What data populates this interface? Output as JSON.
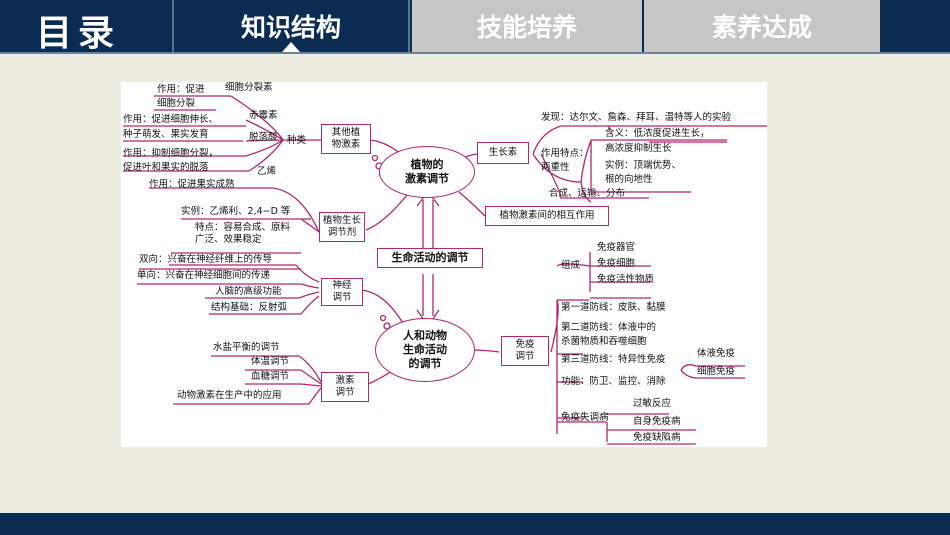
{
  "header": {
    "title": "目录",
    "tabs": [
      "知识结构",
      "技能培养",
      "素养达成"
    ]
  },
  "map": {
    "center": "生命活动的调节",
    "plant": {
      "title": "植物的激素调节",
      "label_a": "植物的",
      "label_b": "激素调节",
      "other": {
        "label_a": "其他植",
        "label_b": "物激素",
        "kinds": "种类",
        "items": [
          {
            "name": "细胞分裂素",
            "effect_a": "作用：促进",
            "effect_b": "细胞分裂"
          },
          {
            "name": "赤霉素",
            "effect_a": "作用：促进细胞伸长、",
            "effect_b": "种子萌发、果实发育"
          },
          {
            "name": "脱落酸",
            "effect_a": "作用：抑制细胞分裂，",
            "effect_b": "促进叶和果实的脱落"
          },
          {
            "name": "乙烯",
            "effect_a": "作用：促进果实成熟",
            "effect_b": ""
          }
        ]
      },
      "auxin": {
        "label": "生长素",
        "discovery": "发现：达尔文、詹森、拜耳、温特等人的实验",
        "features_a": "作用特点：",
        "features_b": "两重性",
        "meaning_a": "含义：低浓度促进生长，",
        "meaning_b": "高浓度抑制生长",
        "example_a": "实例：顶端优势、",
        "example_b": "根的向地性",
        "transport": "合成、运输、分布"
      },
      "interaction": "植物激素间的相互作用",
      "regulator": {
        "label_a": "植物生长",
        "label_b": "调节剂",
        "example": "实例：乙烯利、2,4−D 等",
        "feature_a": "特点：容易合成、原料",
        "feature_b": "广泛、效果稳定"
      }
    },
    "animal": {
      "label_a": "人和动物",
      "label_b": "生命活动",
      "label_c": "的调节",
      "nerve": {
        "label_a": "神经",
        "label_b": "调节",
        "items": [
          "双向：兴奋在神经纤维上的传导",
          "单向：兴奋在神经细胞间的传递",
          "人脑的高级功能",
          "结构基础：反射弧"
        ]
      },
      "hormone": {
        "label_a": "激素",
        "label_b": "调节",
        "items": [
          "水盐平衡的调节",
          "体温调节",
          "血糖调节",
          "动物激素在生产中的应用"
        ]
      },
      "immune": {
        "label_a": "免疫",
        "label_b": "调节",
        "composition": "组成",
        "comp_items": [
          "免疫器官",
          "免疫细胞",
          "免疫活性物质"
        ],
        "line1": "第一道防线：皮肤、黏膜",
        "line2_a": "第二道防线：体液中的",
        "line2_b": "杀菌物质和吞噬细胞",
        "line3": "第三道防线：特异性免疫",
        "specific": [
          "体液免疫",
          "细胞免疫"
        ],
        "function": "功能：防卫、监控、消除",
        "disorders": "免疫失调病",
        "dis_items": [
          "过敏反应",
          "自身免疫病",
          "免疫缺陷病"
        ]
      }
    }
  },
  "colors": {
    "header": "#0b2c52",
    "inactive_tab": "#c6c6c6",
    "background": "#eeede2",
    "line": "#b0276f"
  }
}
